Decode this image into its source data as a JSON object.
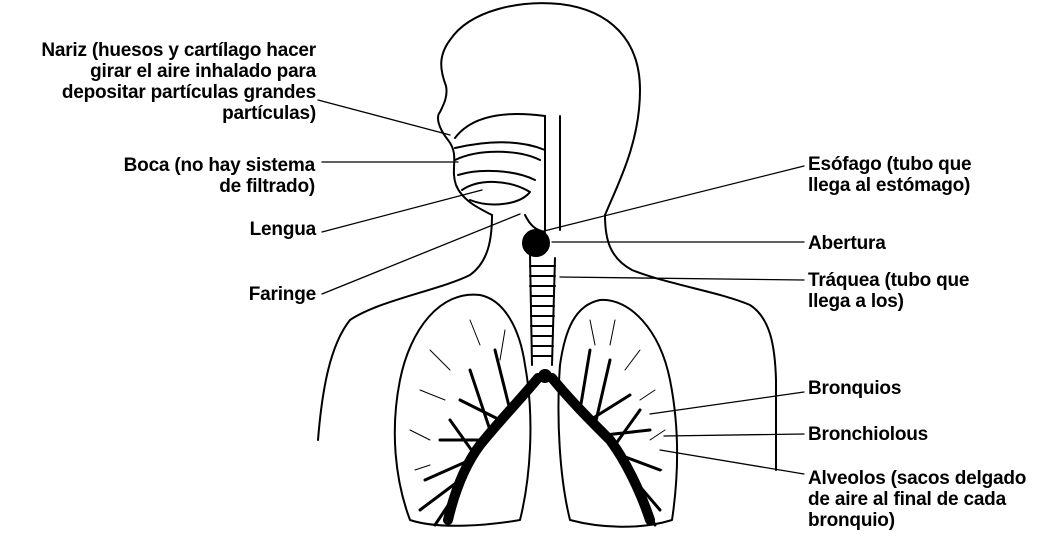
{
  "labels": {
    "nariz": "Nariz (huesos y cartílago hacer\ngirar el aire inhalado para\ndepositar partículas grandes\npartículas)",
    "boca": "Boca (no hay sistema\nde filtrado)",
    "lengua": "Lengua",
    "faringe": "Faringe",
    "esofago": "Esófago (tubo que\nllega al estómago)",
    "abertura": "Abertura",
    "traquea": "Tráquea (tubo que\nllega a los)",
    "bronquios": "Bronquios",
    "bronchiolous": "Bronchiolous",
    "alveolos": "Alveolos (sacos delgado\nde aire al final de cada\nbronquio)"
  },
  "colors": {
    "ink": "#000000",
    "background": "#ffffff"
  }
}
